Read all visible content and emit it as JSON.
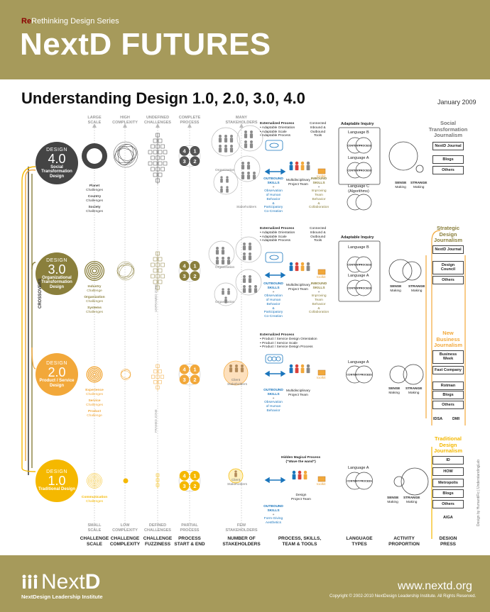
{
  "header": {
    "series_prefix": "Re",
    "series_rest": "Rethinking Design Series",
    "title": "NextD FUTURES"
  },
  "subtitle": "Understanding Design 1.0, 2.0, 3.0, 4.0",
  "date": "January 2009",
  "columns_top": [
    [
      "LARGE",
      "SCALE"
    ],
    [
      "HIGH",
      "COMPLEXITY"
    ],
    [
      "UNDEFINED",
      "CHALLENGES"
    ],
    [
      "COMPLETE",
      "PROCESS"
    ],
    [
      "MANY",
      "STAKEHOLDERS"
    ]
  ],
  "columns_bottom_gray": [
    [
      "SMALL",
      "SCALE"
    ],
    [
      "LOW",
      "COMPLEXITY"
    ],
    [
      "DEFINED",
      "CHALLENGES"
    ],
    [
      "PARTIAL",
      "PROCESS"
    ],
    [
      "FEW",
      "STAKEHOLDERS"
    ]
  ],
  "columns_bottom": [
    [
      "CHALLENGE",
      "SCALE"
    ],
    [
      "CHALLENGE",
      "COMPLEXITY"
    ],
    [
      "CHALLENGE",
      "FUZZINESS"
    ],
    [
      "PROCESS",
      "START & END"
    ],
    [
      "NUMBER OF",
      "STAKEHOLDERS"
    ],
    [
      "PROCESS, SKILLS,",
      "TEAM & TOOLS"
    ],
    [
      "LANGUAGE",
      "TYPES"
    ],
    [
      "ACTIVITY",
      "PROPORTION"
    ],
    [
      "DESIGN",
      "PRESS"
    ]
  ],
  "designs": [
    {
      "word": "DESIGN",
      "num": "4.0",
      "label": "Social Transformation Design",
      "color": "#444444"
    },
    {
      "word": "DESIGN",
      "num": "3.0",
      "label": "Organizational Transformation Design",
      "color": "#8a7f3c"
    },
    {
      "word": "DESIGN",
      "num": "2.0",
      "label": "Product / Service Design",
      "color": "#f2a83a"
    },
    {
      "word": "DESIGN",
      "num": "1.0",
      "label": "Traditional Design",
      "color": "#f5b800"
    }
  ],
  "challenges": {
    "d4": [
      "Planet",
      "Challenges",
      "Country",
      "Challenges",
      "Society",
      "Challenges"
    ],
    "d3": [
      "Industry",
      "Challenge",
      "Organization",
      "Challenges",
      "Systems",
      "Challenges"
    ],
    "d2": [
      "Experience",
      "Challenges",
      "Service",
      "Challenges",
      "Product",
      "Challenge"
    ],
    "d1": [
      "Communication",
      "Challenges"
    ]
  },
  "process_numbers": [
    "4",
    "1",
    "3",
    "2"
  ],
  "stakeholder_labels": {
    "org": "Organization",
    "stake": "Stakeholders",
    "client": "Client",
    "client2": "Stakeholders"
  },
  "process_text": {
    "d4": [
      "Externalized Process",
      "• Adaptable Orientation",
      "• Adaptable Scale",
      "• Adaptable Process"
    ],
    "d3": [
      "Externalized Process",
      "• Adaptable Orientation",
      "• Adaptable Scale",
      "• Adaptable Process"
    ],
    "d2": [
      "Externalized Process",
      "• Product / Service Design Orientation",
      "• Product / Service Scale",
      "• Product / Service Design Process"
    ],
    "d1": [
      "Hidden Magical Process",
      "(\"Wave the wand\")"
    ]
  },
  "tools_text": {
    "connected4": [
      "Connected",
      "Inbound &",
      "Outbound",
      "Tools"
    ],
    "connected3": [
      "Connected",
      "Inbound &",
      "Outbound",
      "Tools"
    ],
    "toolkit": "toolkit"
  },
  "skills": {
    "outbound": [
      "OUTBOUND",
      "SKILLS"
    ],
    "inbound": [
      "INBOUND",
      "SKILLS"
    ],
    "plus": "+",
    "observation_long": [
      "Observation",
      "of Human",
      "Behavior",
      "&",
      "Participatory",
      "Co-Creation"
    ],
    "observation_short": [
      "Observation",
      "of Human",
      "Behavior"
    ],
    "improving": [
      "Improving",
      "Team",
      "Behavior",
      "&",
      "Collaboration"
    ],
    "form_giving": [
      "Form-Giving",
      "Aesthetics"
    ],
    "team_multi": [
      "Multidisciplinary",
      "Project Team"
    ],
    "team_design": [
      "Design",
      "Project Team"
    ]
  },
  "language": {
    "adaptable": "Adaptable Inquiry",
    "langA": "Language A",
    "langB": "Language B",
    "langC": "Language C",
    "algorithms": "(Algorithms)",
    "content": "CONTENT",
    "process": "PROCESS"
  },
  "activity": {
    "sense": [
      "SENSE",
      "Making"
    ],
    "strange": [
      "STRANGE",
      "Making"
    ]
  },
  "press": {
    "social_title": [
      "Social",
      "Transformation",
      "Journalism"
    ],
    "social": [
      "NextD Journal",
      "Blogs",
      "Others"
    ],
    "strategic_title": [
      "Strategic",
      "Design",
      "Journalism"
    ],
    "strategic": [
      "NextD Journal",
      "Design Council",
      "Others"
    ],
    "newbiz_title": [
      "New",
      "Business",
      "Journalism"
    ],
    "newbiz": [
      "Business Week",
      "Fast Company",
      "Rotman",
      "Blogs",
      "Others"
    ],
    "newbiz_extra": [
      "IDSA",
      "DMI"
    ],
    "trad_title": [
      "Traditional",
      "Design",
      "Journalism"
    ],
    "trad": [
      "ID",
      "HOW",
      "Metropolis",
      "Blogs",
      "Others"
    ],
    "trad_extra": "AIGA"
  },
  "crossovers": "CROSSOVERS",
  "zones": {
    "unframed": "UNFRAMED ZONE",
    "framed": "FRAMED ZONE"
  },
  "credit": "Design by HumantiFic | UnderstandingLab",
  "footer": {
    "logo_a": "Next",
    "logo_b": "D",
    "logo_sub": "NextDesign Leadership Institute",
    "site": "www.nextd.org",
    "copyright": "Copyright © 2002-2010 NextDesign Leadership Institute. All Rights Reserved."
  },
  "colors": {
    "olive": "#a69a5b",
    "dark": "#444444",
    "d3": "#8a7f3c",
    "d2": "#f2a83a",
    "d1": "#f5b800",
    "blue": "#1a75bc",
    "red": "#d9413b"
  }
}
